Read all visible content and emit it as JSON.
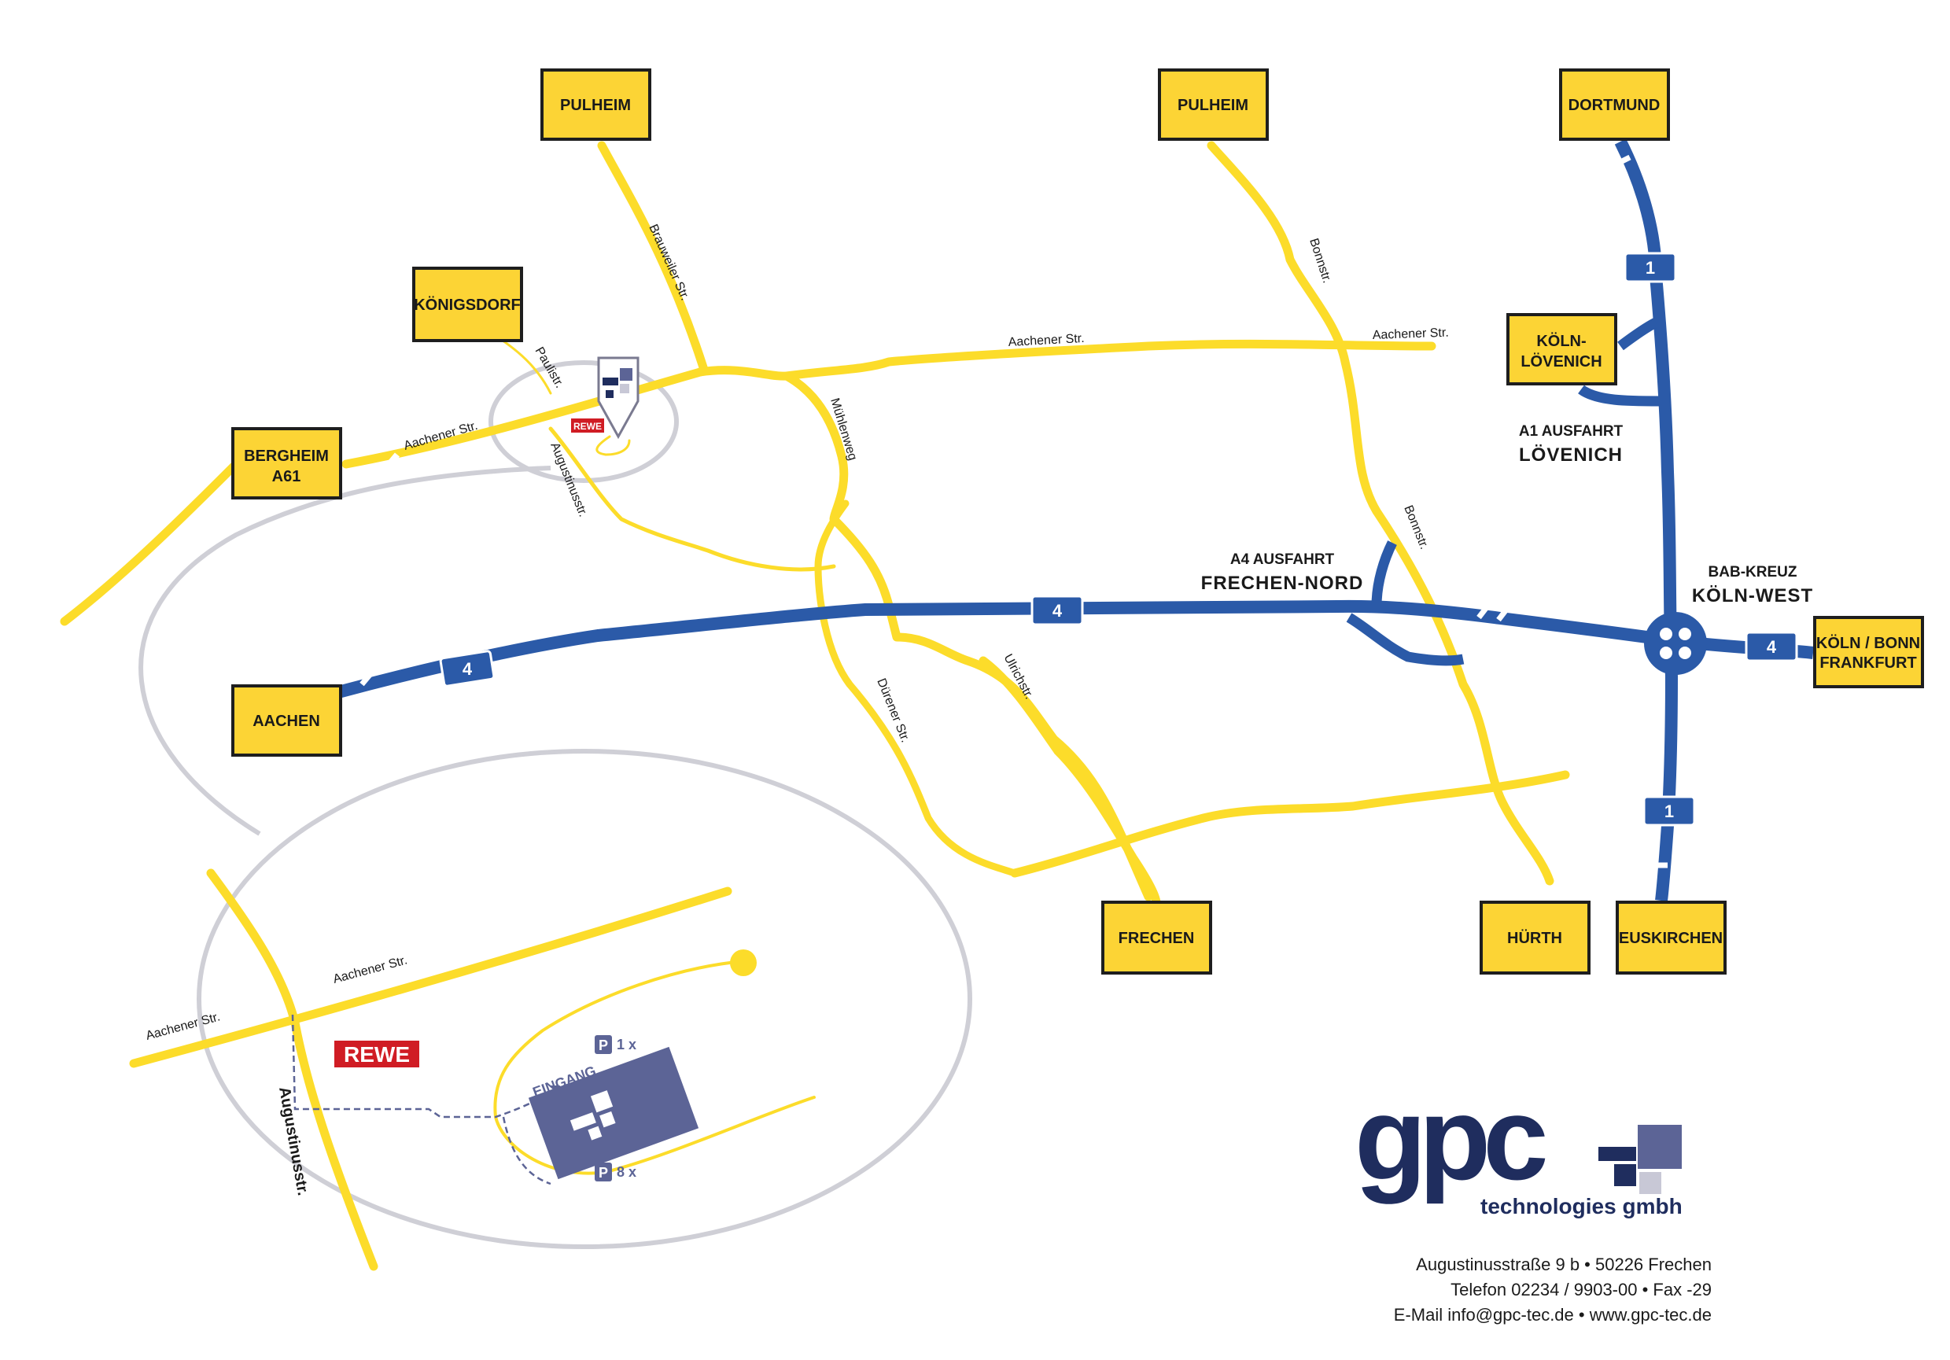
{
  "signs": {
    "pulheim_left": "PULHEIM",
    "pulheim_right": "PULHEIM",
    "dortmund": "DORTMUND",
    "koenigsdorf": "KÖNIGSDORF",
    "bergheim_line1": "BERGHEIM",
    "bergheim_line2": "A61",
    "koeln_loevenich_line1": "KÖLN-",
    "koeln_loevenich_line2": "LÖVENICH",
    "aachen": "AACHEN",
    "koeln_bonn_line1": "KÖLN / BONN",
    "koeln_bonn_line2": "FRANKFURT",
    "frechen": "FRECHEN",
    "huerth": "HÜRTH",
    "euskirchen": "EUSKIRCHEN"
  },
  "streets": {
    "brauweiler": "Brauweiler Str.",
    "aachener_1": "Aachener Str.",
    "aachener_2": "Aachener Str.",
    "aachener_3": "Aachener Str.",
    "paulistr": "Paulistr.",
    "augustinusstr": "Augustinusstr.",
    "muehlenweg": "Mühlenweg",
    "bonnstr_1": "Bonnstr.",
    "bonnstr_2": "Bonnstr.",
    "duerener": "Dürener Str.",
    "ulrichstr": "Ulrichstr."
  },
  "exits": {
    "a1_small": "A1 AUSFAHRT",
    "a1_large": "LÖVENICH",
    "a4_small": "A4 AUSFAHRT",
    "a4_large": "FRECHEN-NORD",
    "kreuz_small": "BAB-KREUZ",
    "kreuz_large": "KÖLN-WEST"
  },
  "highways": {
    "a4_label": "4",
    "a1_label": "1"
  },
  "detail": {
    "aachener_1": "Aachener Str.",
    "aachener_2": "Aachener Str.",
    "augustinusstr": "Augustinusstr.",
    "rewe": "REWE",
    "eingang": "EINGANG",
    "parking_1": "P",
    "parking_1_count": "1 x",
    "parking_2": "P",
    "parking_2_count": "8 x"
  },
  "rewe_small": "REWE",
  "logo": {
    "wordmark": "gpc",
    "subline": "technologies gmbh"
  },
  "contact": {
    "address": "Augustinusstraße 9 b • 50226 Frechen",
    "phone": "Telefon 02234 / 9903-00 • Fax -29",
    "web": "E-Mail info@gpc-tec.de • www.gpc-tec.de"
  },
  "colors": {
    "road": "#fcdc2a",
    "highway": "#2b5aa8",
    "sign": "#fcd435",
    "brand": "#1f2d5e",
    "brand_accent": "#5c6496",
    "rewe": "#d01c24"
  }
}
